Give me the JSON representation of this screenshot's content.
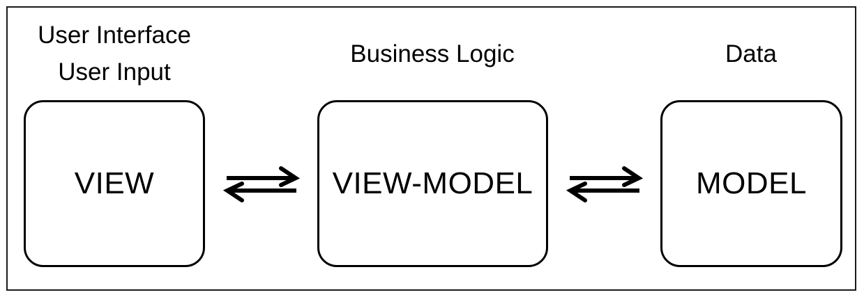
{
  "view": {
    "heading_line1": "User Interface",
    "heading_line2": "User Input",
    "label": "VIEW"
  },
  "viewmodel": {
    "heading": "Business Logic",
    "label": "VIEW-MODEL"
  },
  "model": {
    "heading": "Data",
    "label": "MODEL"
  },
  "connectors": [
    {
      "from": "VIEW",
      "to": "VIEW-MODEL",
      "direction": "bidirectional",
      "icon": "bidirectional-arrows-icon"
    },
    {
      "from": "VIEW-MODEL",
      "to": "MODEL",
      "direction": "bidirectional",
      "icon": "bidirectional-arrows-icon"
    }
  ]
}
